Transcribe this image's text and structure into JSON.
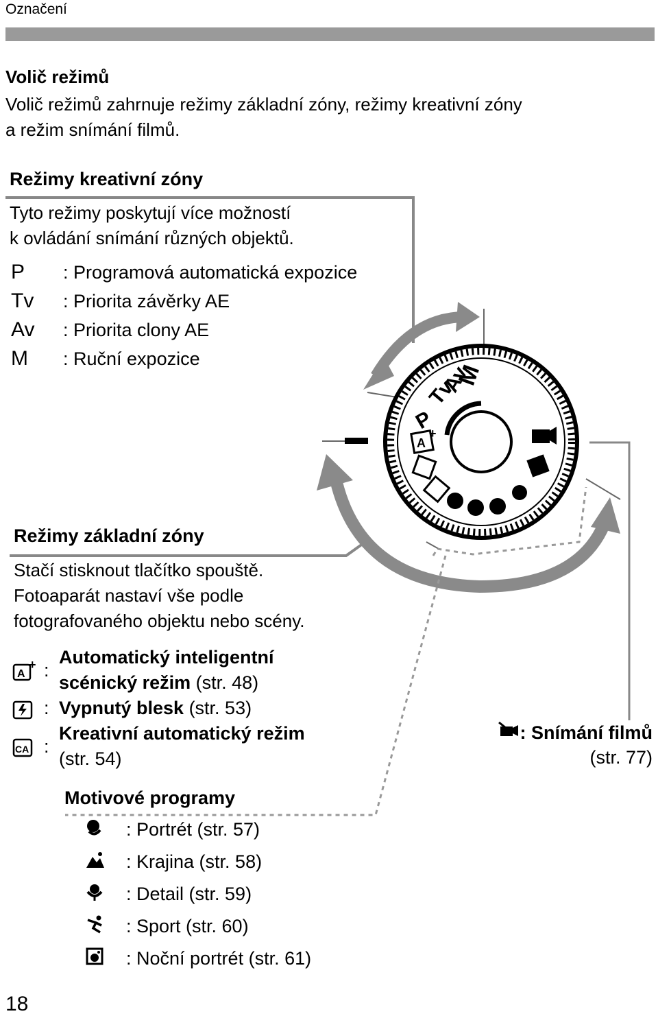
{
  "header": {
    "section": "Označení"
  },
  "dial_intro": {
    "title": "Volič režimů",
    "text": [
      "Volič režimů zahrnuje režimy základní zóny, režimy kreativní zóny",
      "a režim snímání filmů."
    ]
  },
  "creative": {
    "title": "Režimy kreativní zóny",
    "text": [
      "Tyto režimy poskytují více možností",
      "k ovládání snímání různých objektů."
    ],
    "modes": [
      {
        "code": "P",
        "desc": ": Programová automatická expozice"
      },
      {
        "code": "Tv",
        "desc": ": Priorita závěrky AE"
      },
      {
        "code": "Av",
        "desc": ": Priorita clony AE"
      },
      {
        "code": "M",
        "desc": ": Ruční expozice"
      }
    ]
  },
  "basic": {
    "title": "Režimy základní zóny",
    "text": [
      "Stačí stisknout tlačítko spouště.",
      "Fotoaparát nastaví vše podle",
      "fotografovaného objektu nebo scény."
    ],
    "modes": [
      {
        "icon": "scene-intelligent-auto-icon",
        "bold1": "Automatický inteligentní",
        "bold2": "scénický režim",
        "ref": " (str. 48)"
      },
      {
        "icon": "flash-off-icon",
        "bold1": "Vypnutý blesk",
        "ref": " (str. 53)"
      },
      {
        "icon": "creative-auto-icon",
        "bold1": "Kreativní automatický režim",
        "ref2": "(str. 54)"
      }
    ],
    "sep": ":"
  },
  "scene": {
    "title": "Motivové programy",
    "items": [
      {
        "icon": "portrait-icon",
        "label": ": Portrét (str. 57)"
      },
      {
        "icon": "landscape-icon",
        "label": ": Krajina (str. 58)"
      },
      {
        "icon": "closeup-icon",
        "label": ": Detail (str. 59)"
      },
      {
        "icon": "sports-icon",
        "label": ": Sport (str. 60)"
      },
      {
        "icon": "night-portrait-icon",
        "label": ": Noční portrét (str. 61)"
      }
    ]
  },
  "movie": {
    "label": ": Snímání filmů",
    "ref": "(str. 77)",
    "icon": "movie-icon"
  },
  "dial": {
    "labels": [
      "M",
      "Av",
      "Tv",
      "P"
    ],
    "plus": "+",
    "A": "A"
  },
  "page_number": "18"
}
